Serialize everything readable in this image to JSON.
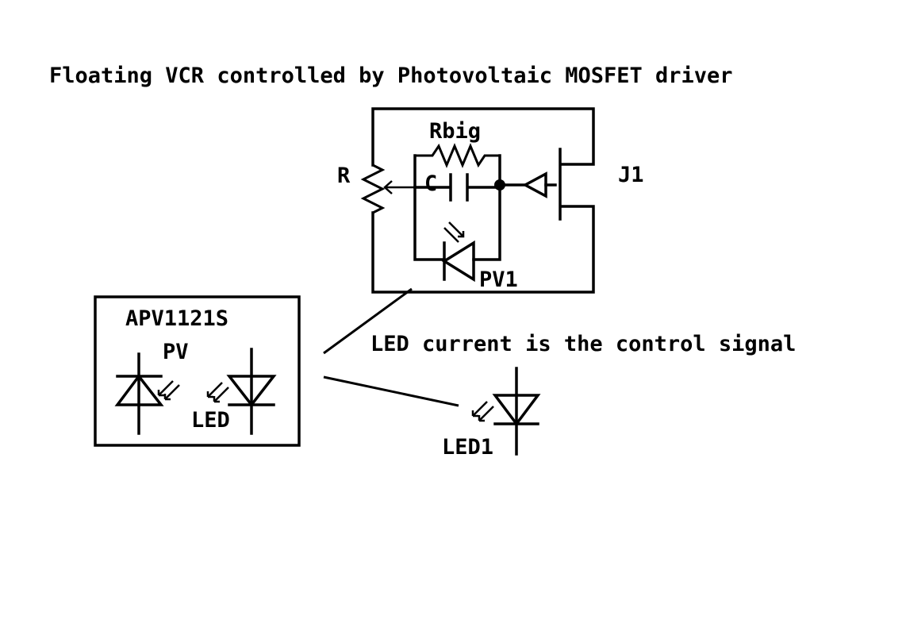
{
  "title": "Floating VCR controlled by Photovoltaic MOSFET driver",
  "labels": {
    "rbig": "Rbig",
    "r": "R",
    "c": "C",
    "j1": "J1",
    "pv1": "PV1",
    "apv_part": "APV1121S",
    "apv_pv": "PV",
    "apv_led": "LED",
    "led1": "LED1",
    "note": "LED current is the control signal"
  },
  "colors": {
    "ink": "#000000",
    "background": "#ffffff"
  }
}
